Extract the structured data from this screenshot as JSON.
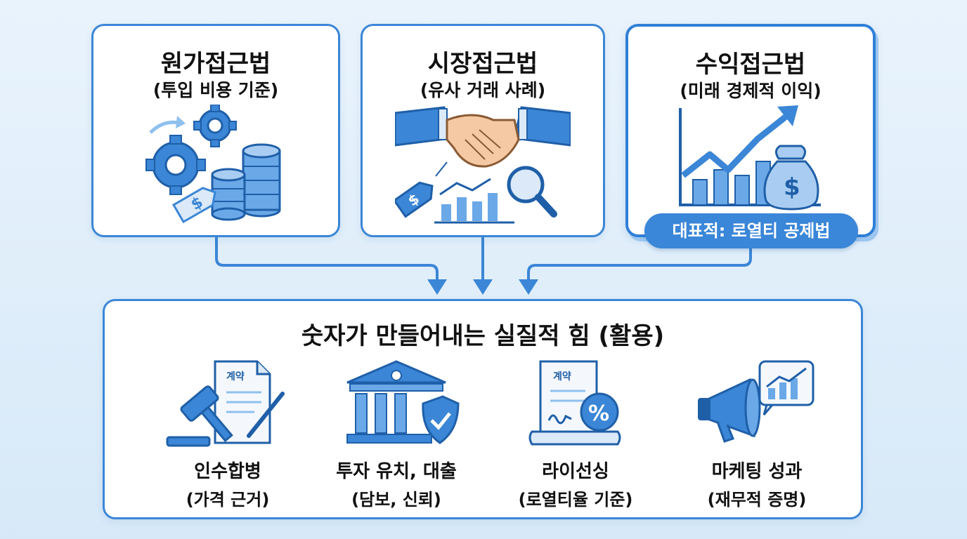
{
  "methods": [
    {
      "title": "원가접근법",
      "subtitle": "(투입 비용 기준)",
      "icon": "gears-coins-icon"
    },
    {
      "title": "시장접근법",
      "subtitle": "(유사 거래 사례)",
      "icon": "handshake-magnifier-icon"
    },
    {
      "title": "수익접근법",
      "subtitle": "(미래 경제적 이익)",
      "icon": "growth-chart-moneybag-icon",
      "badge": "대표적: 로열티 공제법"
    }
  ],
  "usage": {
    "title": "숫자가 만들어내는 실질적 힘 (활용)",
    "items": [
      {
        "label": "인수합병",
        "sub": "(가격 근거)",
        "icon": "gavel-contract-icon",
        "doc_text": "계약"
      },
      {
        "label": "투자 유치, 대출",
        "sub": "(담보, 신뢰)",
        "icon": "bank-shield-icon"
      },
      {
        "label": "라이선싱",
        "sub": "(로열티율 기준)",
        "icon": "contract-percent-icon",
        "doc_text": "계약"
      },
      {
        "label": "마케팅 성과",
        "sub": "(재무적 증명)",
        "icon": "megaphone-chart-icon"
      }
    ]
  },
  "colors": {
    "accent": "#3b86d6",
    "dark": "#1f5fa8",
    "light": "#a9cdf2"
  }
}
